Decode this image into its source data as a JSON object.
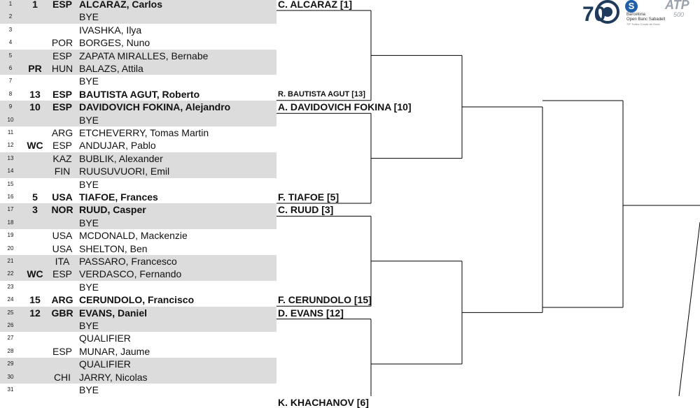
{
  "draw": {
    "rows": [
      {
        "num": "1",
        "seed": "1",
        "country": "ESP",
        "name": "ALCARAZ, Carlos",
        "bold": true
      },
      {
        "num": "2",
        "seed": "",
        "country": "",
        "name": "BYE",
        "bold": false
      },
      {
        "num": "3",
        "seed": "",
        "country": "",
        "name": "IVASHKA, Ilya",
        "bold": false
      },
      {
        "num": "4",
        "seed": "",
        "country": "POR",
        "name": "BORGES, Nuno",
        "bold": false
      },
      {
        "num": "5",
        "seed": "",
        "country": "ESP",
        "name": "ZAPATA MIRALLES, Bernabe",
        "bold": false
      },
      {
        "num": "6",
        "seed": "PR",
        "country": "HUN",
        "name": "BALAZS, Attila",
        "bold": false
      },
      {
        "num": "7",
        "seed": "",
        "country": "",
        "name": "BYE",
        "bold": false
      },
      {
        "num": "8",
        "seed": "13",
        "country": "ESP",
        "name": "BAUTISTA AGUT, Roberto",
        "bold": true
      },
      {
        "num": "9",
        "seed": "10",
        "country": "ESP",
        "name": "DAVIDOVICH FOKINA, Alejandro",
        "bold": true
      },
      {
        "num": "10",
        "seed": "",
        "country": "",
        "name": "BYE",
        "bold": false
      },
      {
        "num": "11",
        "seed": "",
        "country": "ARG",
        "name": "ETCHEVERRY, Tomas Martin",
        "bold": false
      },
      {
        "num": "12",
        "seed": "WC",
        "country": "ESP",
        "name": "ANDUJAR, Pablo",
        "bold": false
      },
      {
        "num": "13",
        "seed": "",
        "country": "KAZ",
        "name": "BUBLIK, Alexander",
        "bold": false
      },
      {
        "num": "14",
        "seed": "",
        "country": "FIN",
        "name": "RUUSUVUORI, Emil",
        "bold": false
      },
      {
        "num": "15",
        "seed": "",
        "country": "",
        "name": "BYE",
        "bold": false
      },
      {
        "num": "16",
        "seed": "5",
        "country": "USA",
        "name": "TIAFOE, Frances",
        "bold": true
      },
      {
        "num": "17",
        "seed": "3",
        "country": "NOR",
        "name": "RUUD, Casper",
        "bold": true
      },
      {
        "num": "18",
        "seed": "",
        "country": "",
        "name": "BYE",
        "bold": false
      },
      {
        "num": "19",
        "seed": "",
        "country": "USA",
        "name": "MCDONALD, Mackenzie",
        "bold": false
      },
      {
        "num": "20",
        "seed": "",
        "country": "USA",
        "name": "SHELTON, Ben",
        "bold": false
      },
      {
        "num": "21",
        "seed": "",
        "country": "ITA",
        "name": "PASSARO, Francesco",
        "bold": false
      },
      {
        "num": "22",
        "seed": "WC",
        "country": "ESP",
        "name": "VERDASCO, Fernando",
        "bold": false
      },
      {
        "num": "23",
        "seed": "",
        "country": "",
        "name": "BYE",
        "bold": false
      },
      {
        "num": "24",
        "seed": "15",
        "country": "ARG",
        "name": "CERUNDOLO, Francisco",
        "bold": true
      },
      {
        "num": "25",
        "seed": "12",
        "country": "GBR",
        "name": "EVANS, Daniel",
        "bold": true
      },
      {
        "num": "26",
        "seed": "",
        "country": "",
        "name": "BYE",
        "bold": false
      },
      {
        "num": "27",
        "seed": "",
        "country": "",
        "name": "QUALIFIER",
        "bold": false
      },
      {
        "num": "28",
        "seed": "",
        "country": "ESP",
        "name": "MUNAR, Jaume",
        "bold": false
      },
      {
        "num": "29",
        "seed": "",
        "country": "",
        "name": "QUALIFIER",
        "bold": false
      },
      {
        "num": "30",
        "seed": "",
        "country": "CHI",
        "name": "JARRY, Nicolas",
        "bold": false
      },
      {
        "num": "31",
        "seed": "",
        "country": "",
        "name": "BYE",
        "bold": false
      }
    ],
    "round2": [
      {
        "text": "C. ALCARAZ [1]",
        "small": false
      },
      {
        "text": "R. BAUTISTA AGUT [13]",
        "small": true
      },
      {
        "text": "A. DAVIDOVICH FOKINA [10]",
        "small": false
      },
      {
        "text": "F. TIAFOE [5]",
        "small": false
      },
      {
        "text": "C. RUUD [3]",
        "small": false
      },
      {
        "text": "F. CERUNDOLO [15]",
        "small": false
      },
      {
        "text": "D. EVANS [12]",
        "small": false
      },
      {
        "text": "K. KHACHANOV [6]",
        "small": false
      }
    ]
  },
  "logos": {
    "anniversary_number": "70",
    "sponsor_line1": "Barcelona",
    "sponsor_line2": "Open Banc Sabadell",
    "sponsor_line3": "70º Trofeo Conde de Godó",
    "atp_text": "ATP",
    "atp_level": "500"
  },
  "colors": {
    "shade": "#dcdcdc",
    "navy": "#1f3b5c",
    "line": "#000000"
  }
}
